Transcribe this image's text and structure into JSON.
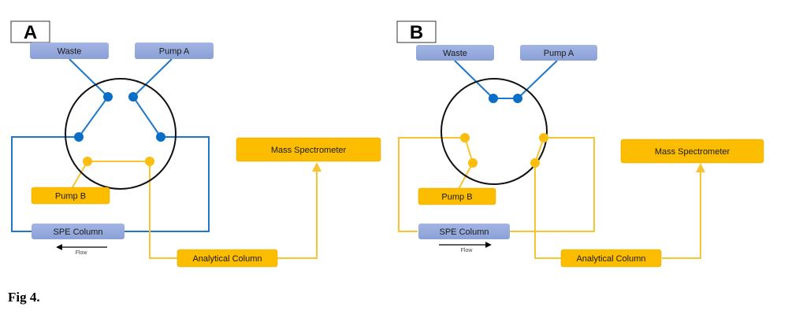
{
  "colors": {
    "blue_line": "#1f77c9",
    "blue_dot": "#0a6ec7",
    "yellow_line": "#f7c531",
    "yellow_dot": "#fbbd0e",
    "blue_box": "#94a9dc",
    "yellow_box": "#fcbd00",
    "valve_ring": "#111111"
  },
  "panels": [
    {
      "label": "A",
      "waste": "Waste",
      "pump_a": "Pump A",
      "pump_b": "Pump B",
      "spe_column": "SPE Column",
      "analytical_column": "Analytical Column",
      "mass_spectrometer": "Mass Spectrometer",
      "flow_label": "Flow",
      "flow_direction": "left"
    },
    {
      "label": "B",
      "waste": "Waste",
      "pump_a": "Pump A",
      "pump_b": "Pump B",
      "spe_column": "SPE Column",
      "analytical_column": "Analytical Column",
      "mass_spectrometer": "Mass Spectrometer",
      "flow_label": "Flow",
      "flow_direction": "right"
    }
  ],
  "caption": "Fig 4."
}
